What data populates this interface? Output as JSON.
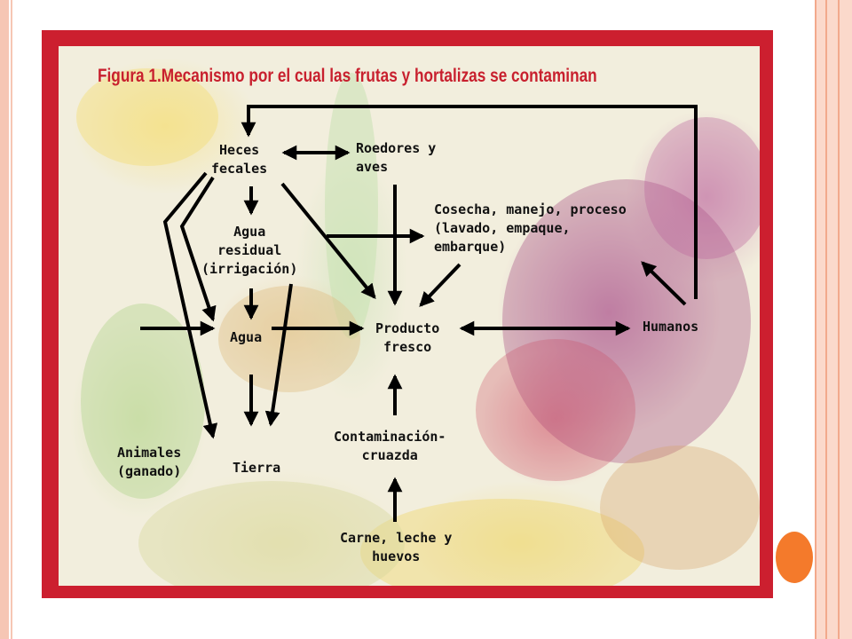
{
  "figure": {
    "title": "Figura 1.Mecanismo por el cual las frutas y hortalizas se contaminan",
    "nodes": {
      "heces": [
        "Heces",
        "fecales"
      ],
      "roedores": [
        "Roedores y",
        "aves"
      ],
      "cosecha": [
        "Cosecha, manejo, proceso",
        "(lavado, empaque,",
        "embarque)"
      ],
      "agua_residual": [
        "Agua",
        "residual",
        "(irrigación)"
      ],
      "agua": [
        "Agua"
      ],
      "producto": [
        "Producto",
        "fresco"
      ],
      "humanos": [
        "Humanos"
      ],
      "contaminacion": [
        "Contaminación-",
        "cruazda"
      ],
      "animales": [
        "Animales",
        "(ganado)"
      ],
      "tierra": [
        "Tierra"
      ],
      "carne": [
        "Carne, leche y",
        "huevos"
      ]
    }
  },
  "colors": {
    "frame": "#cc1f2f",
    "title_text": "#c8202e",
    "arrow": "#000000",
    "accent_circle": "#f47a2b",
    "side_bars": "#fbd9cb"
  }
}
